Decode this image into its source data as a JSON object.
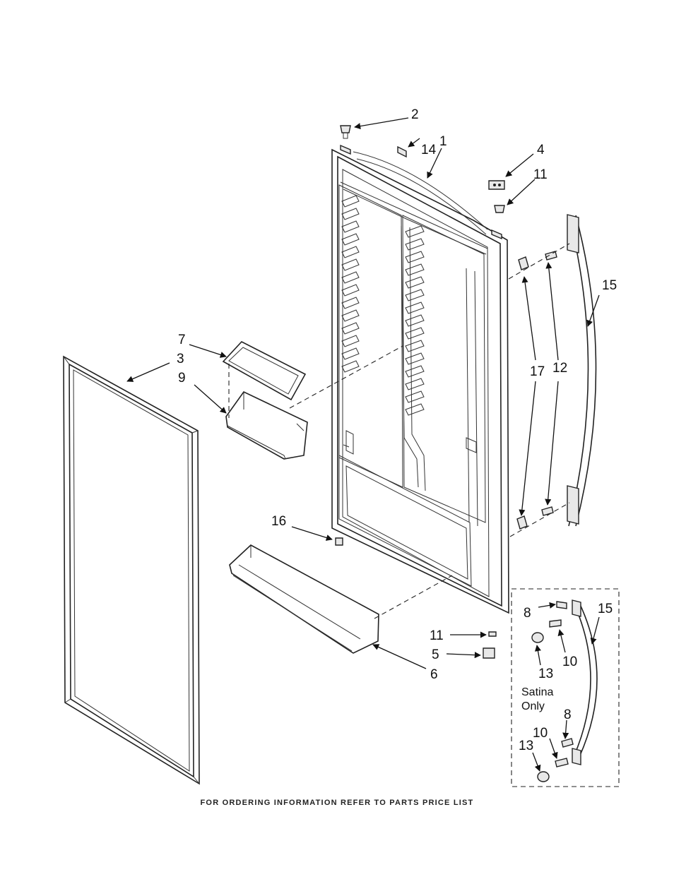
{
  "callouts": {
    "c1": "1",
    "c2": "2",
    "c3": "3",
    "c4": "4",
    "c5": "5",
    "c6": "6",
    "c7": "7",
    "c8a": "8",
    "c8b": "8",
    "c9": "9",
    "c10a": "10",
    "c10b": "10",
    "c11a": "11",
    "c11b": "11",
    "c12": "12",
    "c13a": "13",
    "c13b": "13",
    "c14": "14",
    "c15a": "15",
    "c15b": "15",
    "c16": "16",
    "c17": "17"
  },
  "inset_note": {
    "line1": "Satina",
    "line2": "Only"
  },
  "footer_text": "FOR ORDERING INFORMATION REFER TO PARTS PRICE LIST"
}
